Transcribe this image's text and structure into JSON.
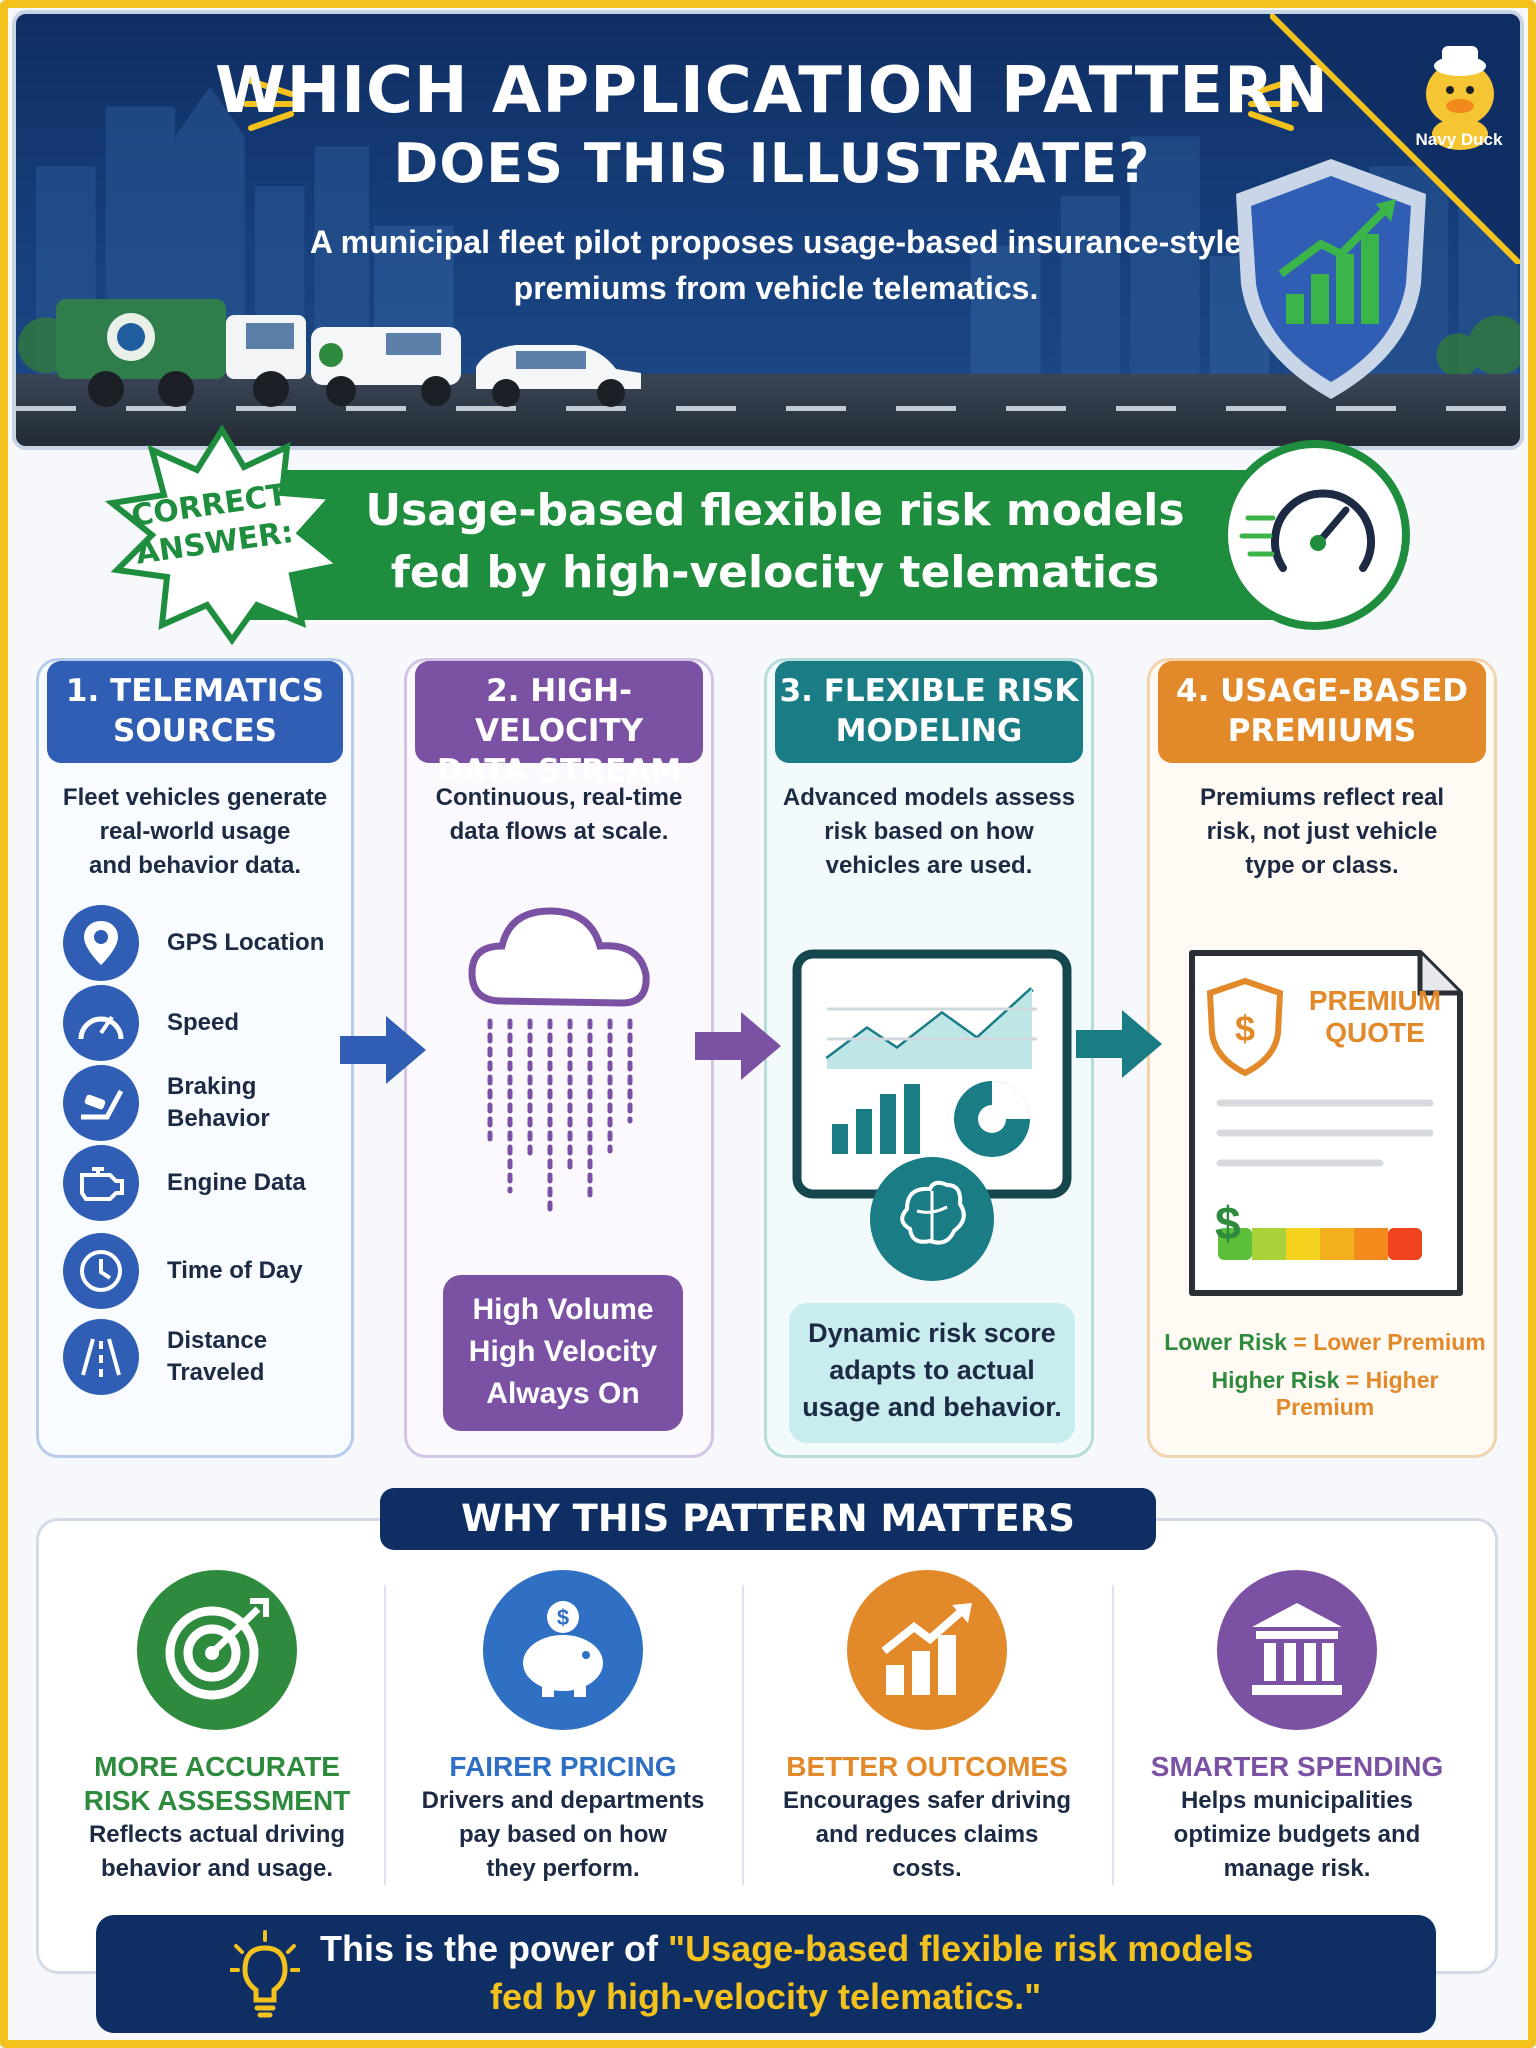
{
  "header": {
    "title_line1": "WHICH APPLICATION PATTERN",
    "title_line2": "DOES THIS ILLUSTRATE?",
    "subtitle_line1": "A municipal fleet pilot proposes usage-based insurance-style",
    "subtitle_line2": "premiums from vehicle telematics.",
    "brand": "Navy Duck"
  },
  "answer": {
    "badge_line1": "CORRECT",
    "badge_line2": "ANSWER:",
    "text_line1": "Usage-based flexible risk models",
    "text_line2": "fed by high-velocity telematics"
  },
  "steps": [
    {
      "title_line1": "1. TELEMATICS",
      "title_line2": "SOURCES",
      "desc_line1": "Fleet vehicles generate",
      "desc_line2": "real-world usage",
      "desc_line3": "and behavior data.",
      "sources": [
        {
          "icon": "map-pin-icon",
          "label_line1": "GPS Location",
          "label_line2": ""
        },
        {
          "icon": "speedometer-icon",
          "label_line1": "Speed",
          "label_line2": ""
        },
        {
          "icon": "brake-pedal-icon",
          "label_line1": "Braking",
          "label_line2": "Behavior"
        },
        {
          "icon": "engine-icon",
          "label_line1": "Engine Data",
          "label_line2": ""
        },
        {
          "icon": "clock-icon",
          "label_line1": "Time of Day",
          "label_line2": ""
        },
        {
          "icon": "road-icon",
          "label_line1": "Distance",
          "label_line2": "Traveled"
        }
      ]
    },
    {
      "title_line1": "2. HIGH-VELOCITY",
      "title_line2": "DATA STREAM",
      "desc_line1": "Continuous, real-time",
      "desc_line2": "data flows at scale.",
      "box_line1": "High Volume",
      "box_line2": "High Velocity",
      "box_line3": "Always On"
    },
    {
      "title_line1": "3. FLEXIBLE RISK",
      "title_line2": "MODELING",
      "desc_line1": "Advanced models assess",
      "desc_line2": "risk based on how",
      "desc_line3": "vehicles are used.",
      "box_line1": "Dynamic risk score",
      "box_line2": "adapts to actual",
      "box_line3": "usage and behavior."
    },
    {
      "title_line1": "4. USAGE-BASED",
      "title_line2": "PREMIUMS",
      "desc_line1": "Premiums reflect real",
      "desc_line2": "risk, not just vehicle",
      "desc_line3": "type or class.",
      "quote_line1": "PREMIUM",
      "quote_line2": "QUOTE",
      "dollar": "$",
      "lower_risk": "Lower Risk",
      "lower_premium": "Lower Premium",
      "higher_risk": "Higher Risk",
      "higher_premium": "Higher Premium",
      "equals": "="
    }
  ],
  "why": {
    "title": "WHY THIS PATTERN MATTERS",
    "items": [
      {
        "icon": "target-icon",
        "color": "#2e8b3e",
        "head_line1": "MORE ACCURATE",
        "head_line2": "RISK ASSESSMENT",
        "desc_line1": "Reflects actual driving",
        "desc_line2": "behavior and usage.",
        "desc_line3": ""
      },
      {
        "icon": "piggy-bank-icon",
        "color": "#2f6fc4",
        "head_line1": "FAIRER PRICING",
        "head_line2": "",
        "desc_line1": "Drivers and departments",
        "desc_line2": "pay based on how",
        "desc_line3": "they perform."
      },
      {
        "icon": "growth-chart-icon",
        "color": "#e2892a",
        "head_line1": "BETTER OUTCOMES",
        "head_line2": "",
        "desc_line1": "Encourages safer driving",
        "desc_line2": "and reduces claims",
        "desc_line3": "costs."
      },
      {
        "icon": "government-building-icon",
        "color": "#7b52a3",
        "head_line1": "SMARTER SPENDING",
        "head_line2": "",
        "desc_line1": "Helps municipalities",
        "desc_line2": "optimize budgets and",
        "desc_line3": "manage risk."
      }
    ]
  },
  "footer": {
    "prefix": "This is the power of ",
    "highlight_line1": "\"Usage-based flexible risk models",
    "highlight_line2": "fed by high-velocity telematics.\""
  },
  "colors": {
    "navy": "#0f2e63",
    "green": "#1e8e3e",
    "blue": "#2f5eb4",
    "purple": "#7b52a3",
    "teal": "#1a7d86",
    "orange": "#e2892a",
    "yellow": "#f4c21c"
  }
}
